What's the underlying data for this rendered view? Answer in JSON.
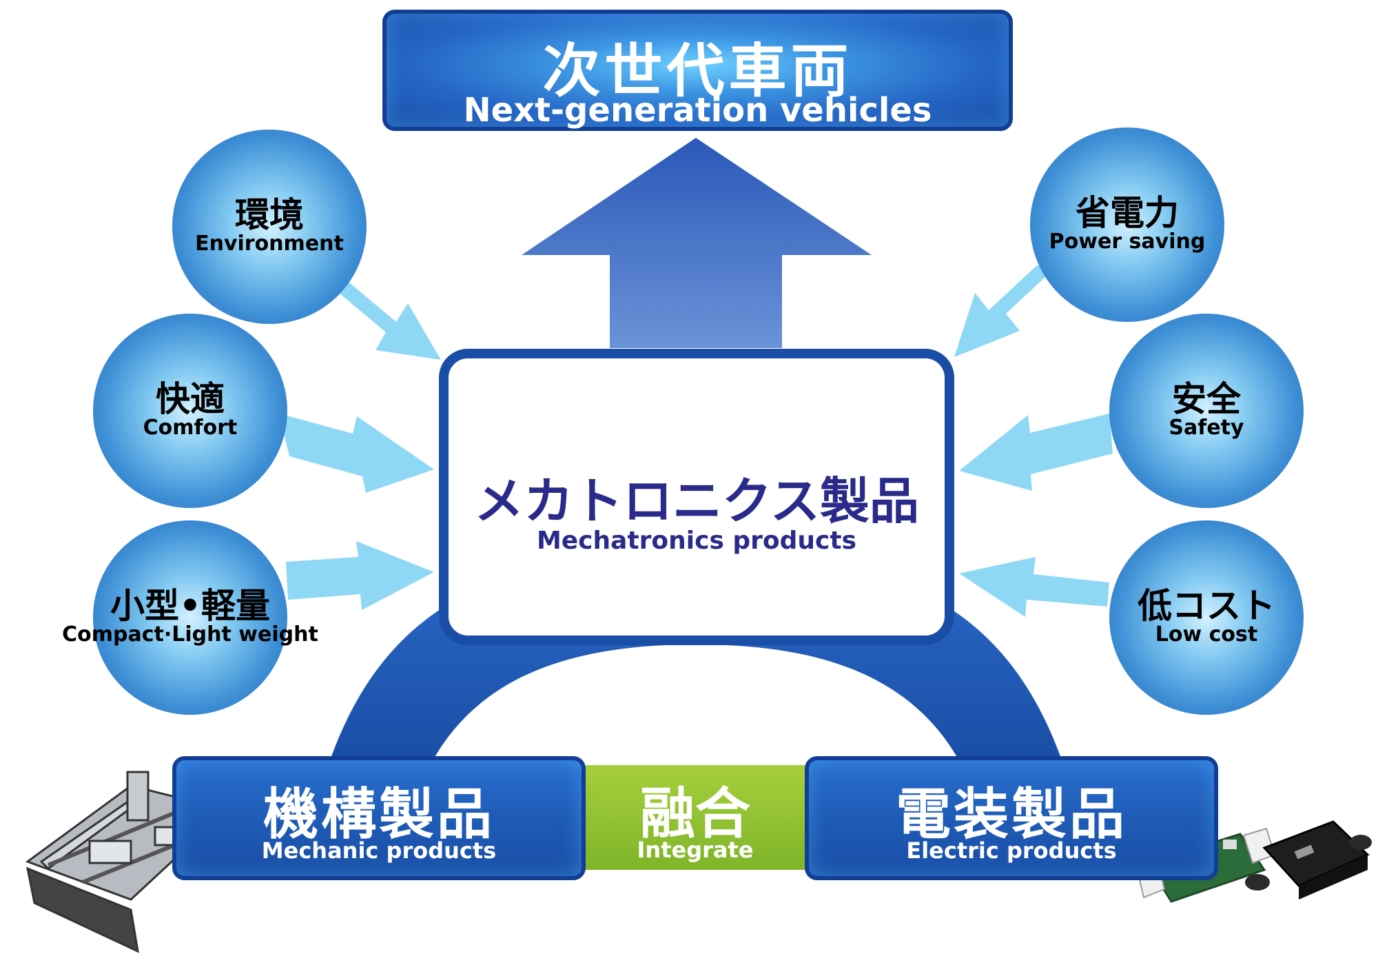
{
  "top_box": {
    "jp": "次世代車両",
    "en": "Next-generation vehicles"
  },
  "center": {
    "jp": "メカトロニクス製品",
    "en": "Mechatronics products"
  },
  "left_circles": [
    {
      "jp": "環境",
      "en": "Environment"
    },
    {
      "jp": "快適",
      "en": "Comfort"
    },
    {
      "jp": "小型•軽量",
      "en": "Compact·Light weight"
    }
  ],
  "right_circles": [
    {
      "jp": "省電力",
      "en": "Power saving"
    },
    {
      "jp": "安全",
      "en": "Safety"
    },
    {
      "jp": "低コスト",
      "en": "Low cost"
    }
  ],
  "bottom": {
    "left": {
      "jp": "機構製品",
      "en": "Mechanic products"
    },
    "middle": {
      "jp": "融合",
      "en": "Integrate"
    },
    "right": {
      "jp": "電装製品",
      "en": "Electric products"
    }
  },
  "colors": {
    "primary_blue": "#1a4ea6",
    "light_arrow": "#8fd8f5",
    "integrate_green": "#8ec030",
    "center_text": "#2a2a8a"
  },
  "icons": [
    "mechanical-seat-frame-image",
    "circuit-board-image",
    "ecu-module-image"
  ]
}
